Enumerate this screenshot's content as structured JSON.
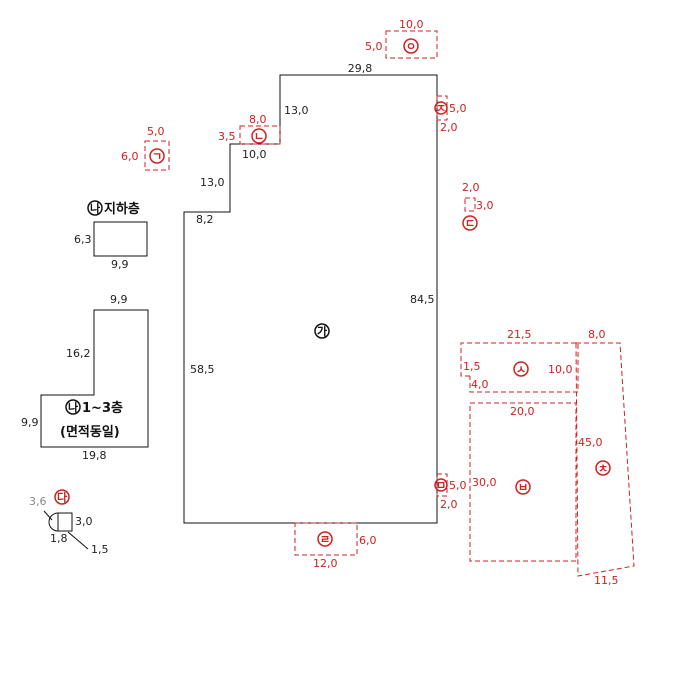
{
  "colors": {
    "line": "#111111",
    "accent": "#d02020",
    "gray": "#888888"
  },
  "main_building": {
    "mark": "가",
    "dims": {
      "top": "29,8",
      "right": "84,5",
      "left": "58,5",
      "step1_vert": "13,0",
      "step1_horiz": "10,0",
      "step2_vert": "13,0",
      "step2_horiz": "8,2"
    }
  },
  "basement": {
    "mark": "나",
    "title": "지하층",
    "dims": {
      "height": "6,3",
      "width": "9,9"
    }
  },
  "upper_floors": {
    "mark": "나",
    "title": "1~3층",
    "note": "(면적동일)",
    "dims": {
      "top": "9,9",
      "vertical": "16,2",
      "left": "9,9",
      "bottom": "19,8"
    }
  },
  "small_item": {
    "mark": "다",
    "dims": {
      "a": "3,6",
      "b": "3,0",
      "c": "1,8",
      "d": "1,5"
    }
  },
  "annex": [
    {
      "mark": "ㄱ",
      "dims": [
        "5,0",
        "6,0"
      ]
    },
    {
      "mark": "ㄴ",
      "dims": [
        "8,0",
        "3,5"
      ]
    },
    {
      "mark": "ㄷ",
      "dims": [
        "2,0",
        "3,0"
      ]
    },
    {
      "mark": "ㄹ",
      "dims": [
        "12,0",
        "6,0"
      ]
    },
    {
      "mark": "ㅁ",
      "dims": [
        "5,0",
        "2,0"
      ]
    },
    {
      "mark": "ㅂ",
      "dims": [
        "20,0",
        "30,0"
      ]
    },
    {
      "mark": "ㅅ",
      "dims": [
        "21,5",
        "10,0",
        "1,5",
        "4,0"
      ]
    },
    {
      "mark": "ㅇ",
      "dims": [
        "10,0",
        "5,0"
      ]
    },
    {
      "mark": "ㅈ",
      "dims": [
        "5,0",
        "2,0"
      ]
    },
    {
      "mark": "ㅊ",
      "dims": [
        "8,0",
        "45,0",
        "11,5"
      ]
    }
  ]
}
